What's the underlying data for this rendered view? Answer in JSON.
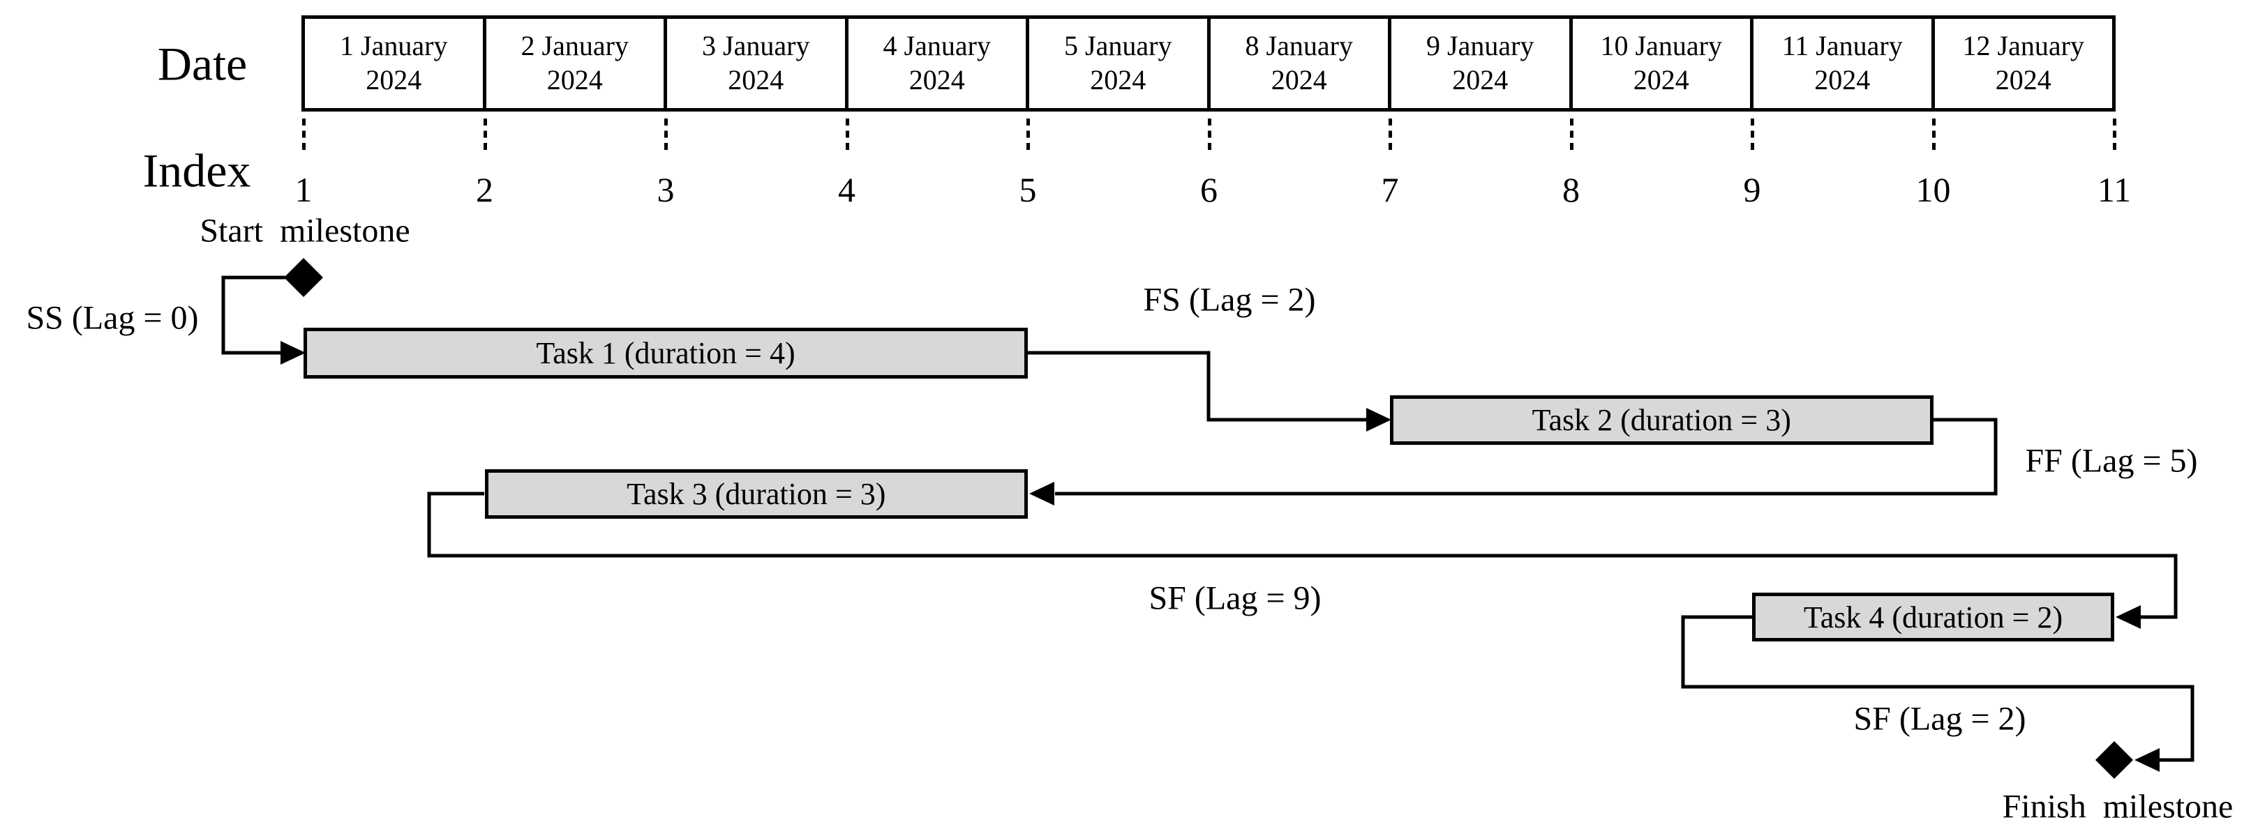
{
  "timeline": {
    "date_row_label": "Date",
    "index_row_label": "Index",
    "cells": [
      {
        "date": "1 January",
        "year": "2024"
      },
      {
        "date": "2 January",
        "year": "2024"
      },
      {
        "date": "3 January",
        "year": "2024"
      },
      {
        "date": "4 January",
        "year": "2024"
      },
      {
        "date": "5 January",
        "year": "2024"
      },
      {
        "date": "8 January",
        "year": "2024"
      },
      {
        "date": "9 January",
        "year": "2024"
      },
      {
        "date": "10 January",
        "year": "2024"
      },
      {
        "date": "11 January",
        "year": "2024"
      },
      {
        "date": "12 January",
        "year": "2024"
      }
    ],
    "indices": [
      "1",
      "2",
      "3",
      "4",
      "5",
      "6",
      "7",
      "8",
      "9",
      "10",
      "11"
    ]
  },
  "milestones": {
    "start": {
      "label": "Start  milestone",
      "index": 1
    },
    "finish": {
      "label": "Finish  milestone",
      "index": 11
    }
  },
  "tasks": [
    {
      "id": "task-1",
      "label": "Task 1 (duration = 4)",
      "duration": 4,
      "start_index": 1,
      "finish_index": 5
    },
    {
      "id": "task-2",
      "label": "Task 2 (duration = 3)",
      "duration": 3,
      "start_index": 7,
      "finish_index": 10
    },
    {
      "id": "task-3",
      "label": "Task 3 (duration = 3)",
      "duration": 3,
      "start_index": 2,
      "finish_index": 5
    },
    {
      "id": "task-4",
      "label": "Task 4 (duration = 2)",
      "duration": 2,
      "start_index": 9,
      "finish_index": 11
    }
  ],
  "relations": [
    {
      "type": "SS",
      "lag": 0,
      "label": "SS (Lag = 0)",
      "from": "start-milestone",
      "to": "task-1"
    },
    {
      "type": "FS",
      "lag": 2,
      "label": "FS (Lag = 2)",
      "from": "task-1",
      "to": "task-2"
    },
    {
      "type": "FF",
      "lag": 5,
      "label": "FF (Lag = 5)",
      "from": "task-2",
      "to": "task-3"
    },
    {
      "type": "SF",
      "lag": 9,
      "label": "SF (Lag = 9)",
      "from": "task-3",
      "to": "task-4"
    },
    {
      "type": "SF",
      "lag": 2,
      "label": "SF (Lag = 2)",
      "from": "task-4",
      "to": "finish-milestone"
    }
  ],
  "colors": {
    "task_fill": "#d8d8d8",
    "line": "#000000",
    "text": "#000000",
    "background": "#ffffff"
  }
}
